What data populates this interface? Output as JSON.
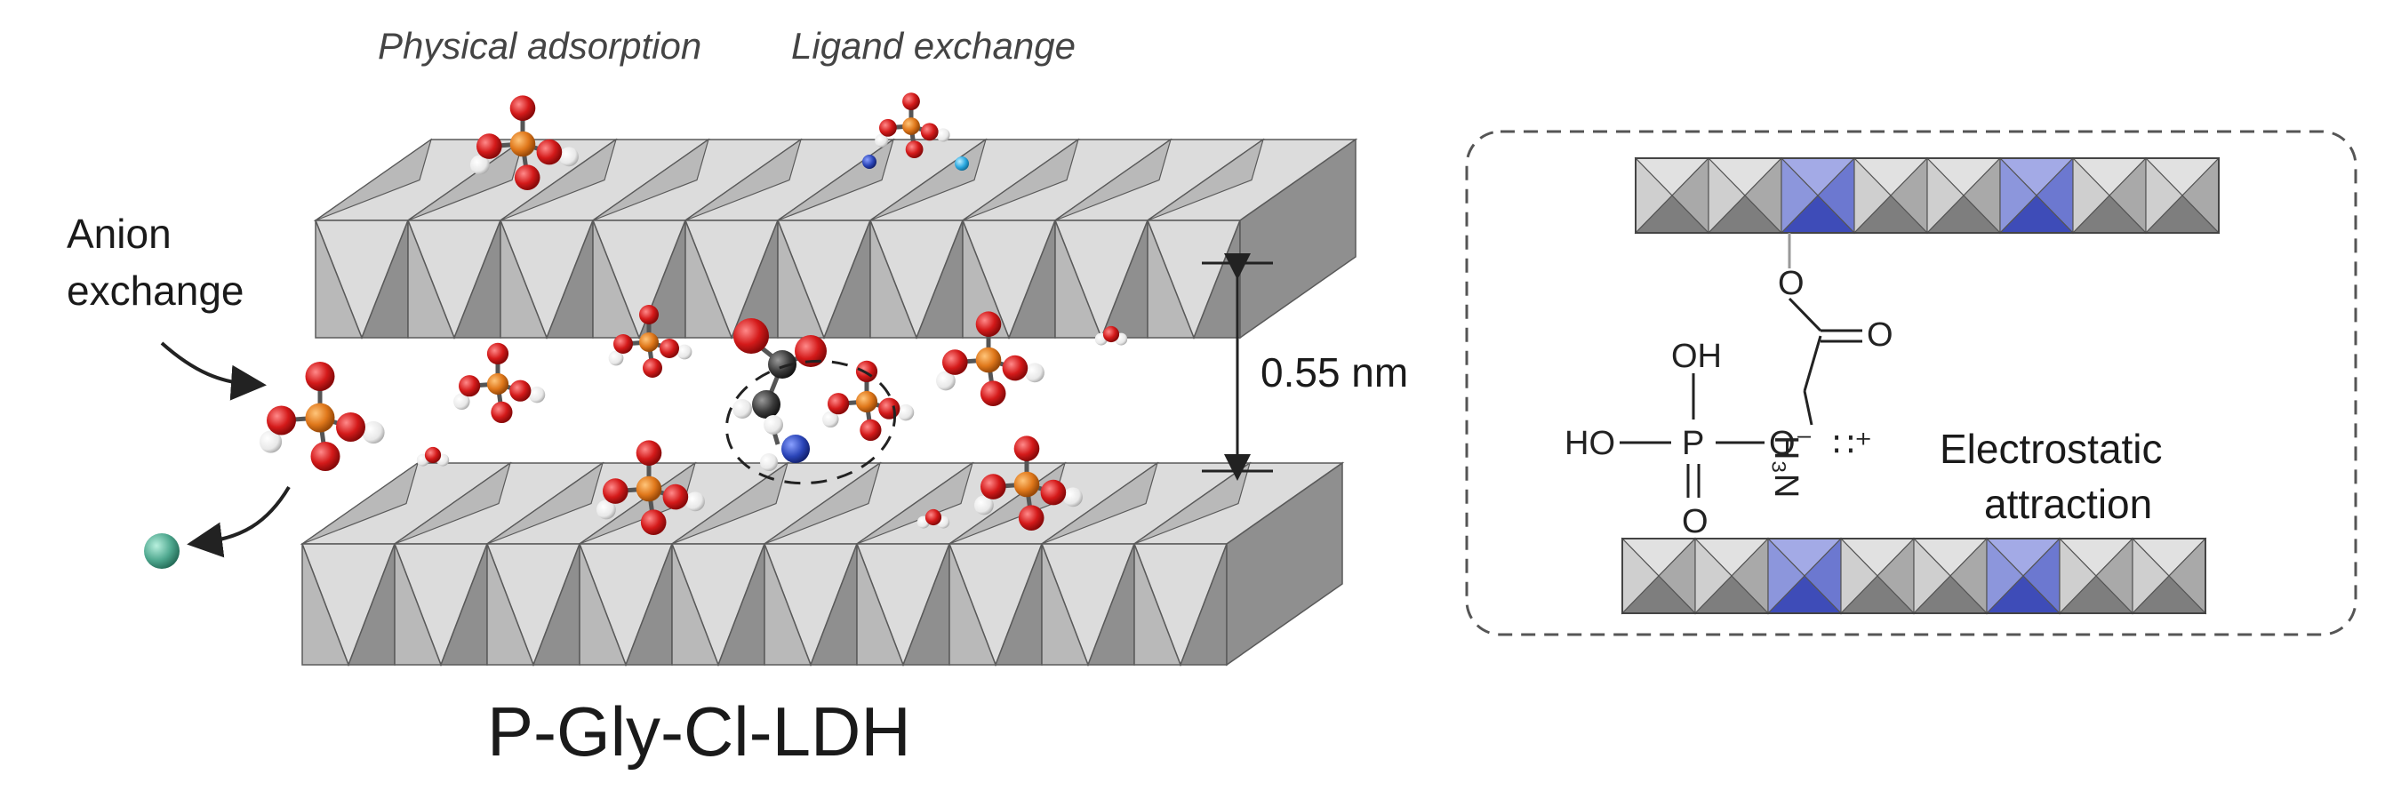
{
  "labels": {
    "physical_adsorption": "Physical adsorption",
    "ligand_exchange": "Ligand exchange",
    "anion_exchange_1": "Anion",
    "anion_exchange_2": "exchange",
    "interlayer": "0.55 nm",
    "main_title": "P-Gly-Cl-LDH",
    "electrostatic_1": "Electrostatic",
    "electrostatic_2": "attraction"
  },
  "chem": {
    "oh_top": "OH",
    "ho_left": "HO",
    "p": "P",
    "o_minus": "O⁻",
    "o_bottom": "O",
    "o_carbonyl": "O",
    "o_ester": "O",
    "interaction": "∷⁺",
    "h3n": "H₃N"
  },
  "colors": {
    "layer_light": "#dcdcdc",
    "layer_mid": "#b9b9b9",
    "layer_dark": "#8f8f8f",
    "edge": "#5a5a5a",
    "phosphorus": "#e0781b",
    "oxygen": "#d41a1a",
    "hydrogen": "#f2f2f2",
    "carbon": "#3a3a3a",
    "nitrogen": "#2b45b8",
    "chloride": "#4fa88f",
    "blue_cell": "#5060c8",
    "cyan_atom": "#2aa8e0"
  }
}
